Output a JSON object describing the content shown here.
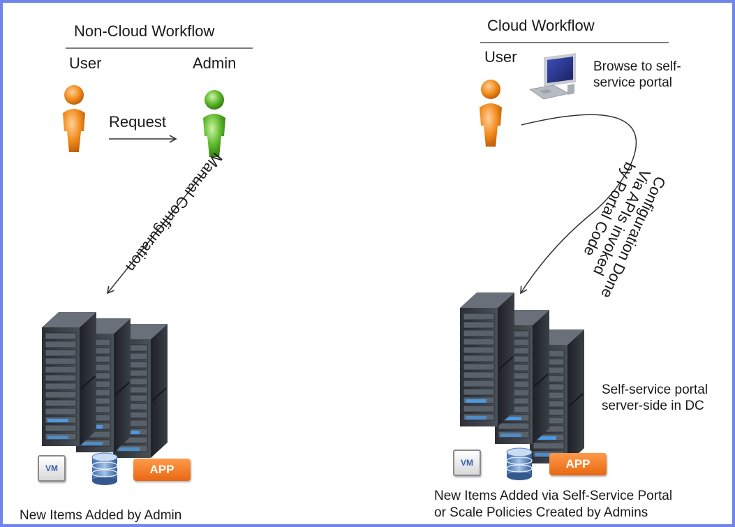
{
  "left": {
    "title": "Non-Cloud Workflow",
    "user_label": "User",
    "admin_label": "Admin",
    "request_label": "Request",
    "manual_config_label": "Manual Configuration",
    "vm_label": "VM",
    "app_label": "APP",
    "footer": "New Items Added by Admin"
  },
  "right": {
    "title": "Cloud Workflow",
    "user_label": "User",
    "browse_label": "Browse to self-service portal",
    "config_lines": [
      "Configuration Done",
      "Via APIs invoked",
      "by Portal Code"
    ],
    "server_label": "Self-service portal server-side in DC",
    "vm_label": "VM",
    "app_label": "APP",
    "footer_lines": [
      "New Items Added via Self-Service Portal",
      "or Scale Policies Created by Admins"
    ]
  },
  "colors": {
    "frame": "#6f86e8",
    "user_figure": "#f08a1e",
    "admin_figure": "#5cb82a",
    "app_badge": "#ec7418",
    "vm_text": "#3b5ea8"
  },
  "icons": [
    "user-orange-icon",
    "admin-green-icon",
    "computer-icon",
    "server-rack-icon",
    "vm-icon",
    "database-icon",
    "app-icon"
  ]
}
